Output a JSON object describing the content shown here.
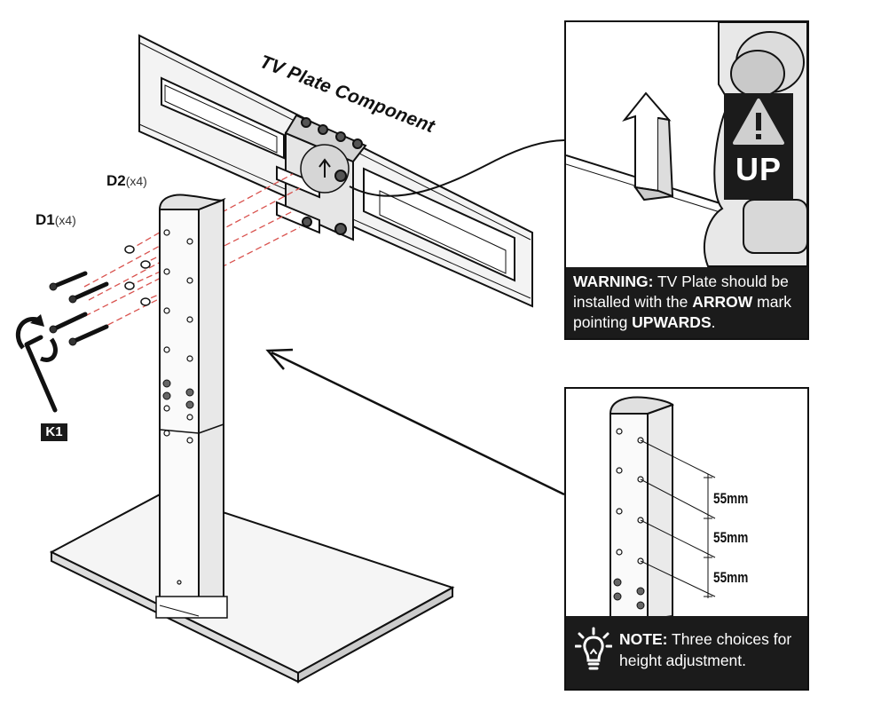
{
  "labels": {
    "tv_plate": "TV Plate Component",
    "d1_code": "D1",
    "d1_qty": "(x4)",
    "d2_code": "D2",
    "d2_qty": "(x4)",
    "k1": "K1"
  },
  "warning_panel": {
    "badge_text": "UP",
    "prefix": "WARNING:",
    "text_1": " TV Plate should be installed with the ",
    "bold_1": "ARROW",
    "text_2": " mark pointing ",
    "bold_2": "UPWARDS",
    "text_3": "."
  },
  "note_panel": {
    "prefix": "NOTE:",
    "text": "  Three choices for height adjustment.",
    "dimensions": [
      "55mm",
      "55mm",
      "55mm"
    ]
  },
  "colors": {
    "ink": "#111111",
    "panel_dark": "#1b1b1b",
    "guide_red": "#d9534f",
    "plate_fill": "#f3f3f3"
  },
  "icons": [
    "warning-triangle-icon",
    "lightbulb-icon",
    "rotation-arrow-icon",
    "pointer-arrow-icon"
  ]
}
